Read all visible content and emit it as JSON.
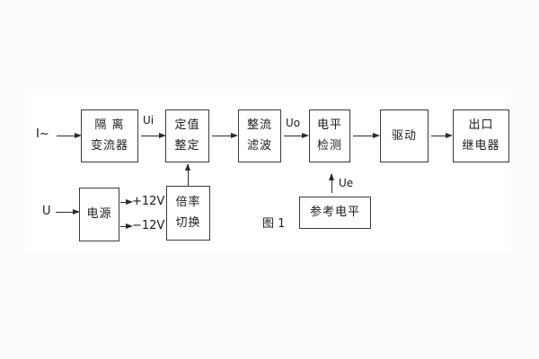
{
  "figure": {
    "caption": "图 1",
    "background": "#fcfcfc",
    "canvas_bg": "#ffffff",
    "line_color": "#2b2b2b",
    "text_color": "#1b1b1b"
  },
  "blocks": [
    {
      "id": "isolation-transformer",
      "lines": [
        "隔 离",
        "变流器"
      ]
    },
    {
      "id": "setting-adjust",
      "lines": [
        "定值",
        "整定"
      ]
    },
    {
      "id": "rectify-filter",
      "lines": [
        "整流",
        "滤波"
      ]
    },
    {
      "id": "level-detect",
      "lines": [
        "电平",
        "检测"
      ]
    },
    {
      "id": "drive",
      "lines": [
        "驱动"
      ]
    },
    {
      "id": "output-relay",
      "lines": [
        "出口",
        "继电器"
      ]
    },
    {
      "id": "power-supply",
      "lines": [
        "电源"
      ]
    },
    {
      "id": "ratio-switch",
      "lines": [
        "倍率",
        "切换"
      ]
    },
    {
      "id": "reference-level",
      "lines": [
        "参考电平"
      ]
    }
  ],
  "labels": {
    "input_current": "I~",
    "input_voltage": "U",
    "ui": "Ui",
    "uo": "Uo",
    "ue": "Ue",
    "plus12v": "+12V",
    "minus12v": "−12V",
    "caption": "图 1"
  }
}
